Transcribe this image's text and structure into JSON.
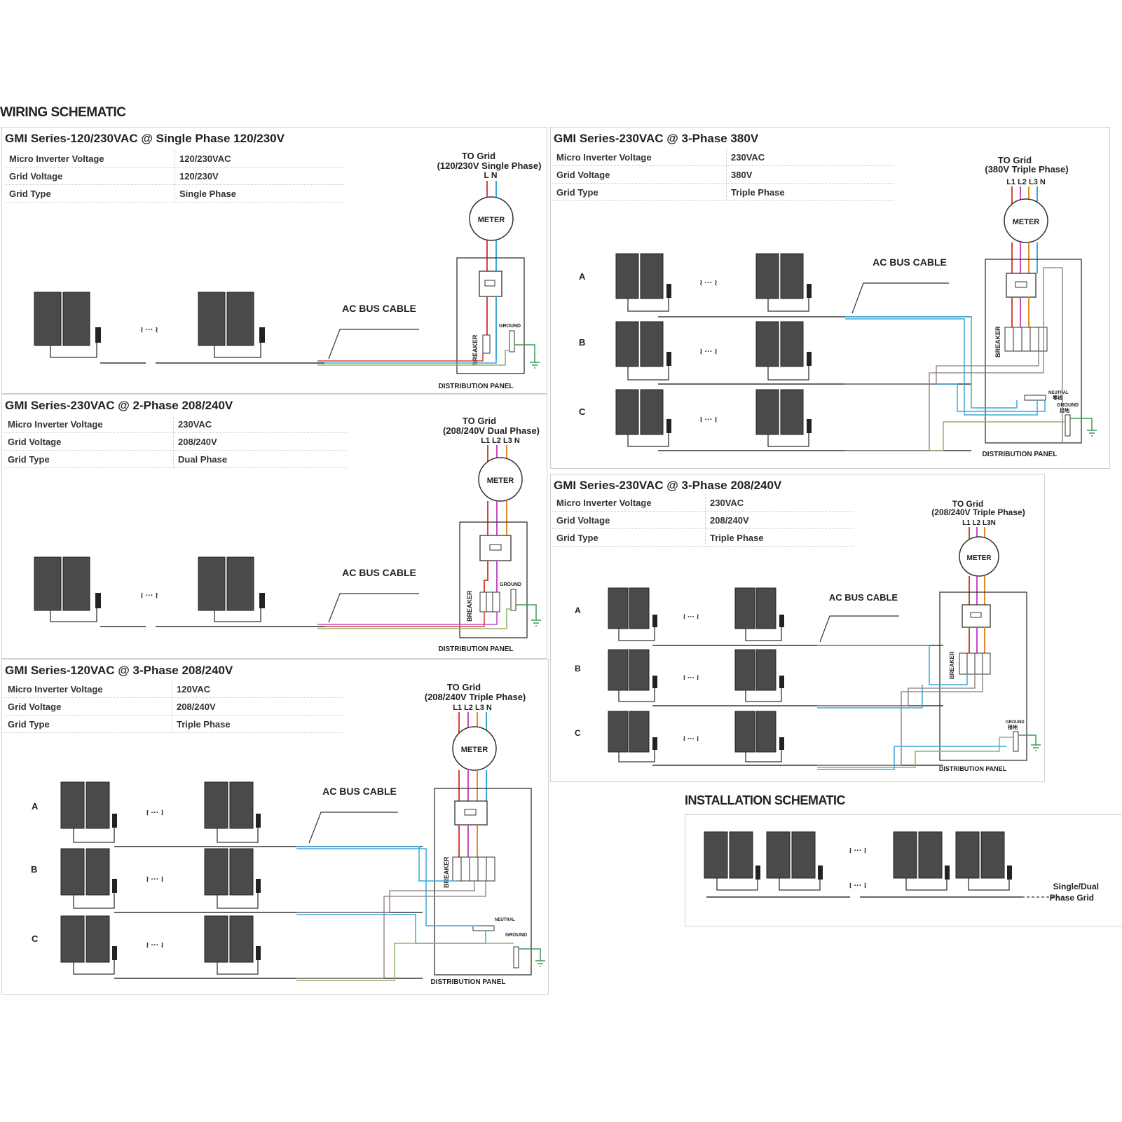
{
  "page_title": "WIRING SCHEMATIC",
  "install_title": "INSTALLATION SCHEMATIC",
  "common": {
    "meter": "METER",
    "breaker": "BREAKER",
    "ground": "GROUND",
    "neutral": "NEUTRAL",
    "ac_bus": "AC BUS CABLE",
    "panel": "DISTRIBUTION PANEL",
    "ellipsis": "≀ ··· ≀",
    "row_a": "A",
    "row_b": "B",
    "row_c": "C"
  },
  "spec_labels": {
    "micro": "Micro Inverter Voltage",
    "grid_voltage": "Grid  Voltage",
    "grid_type": "Grid Type"
  },
  "diagrams": {
    "d1": {
      "title": "GMI Series-120/230VAC @ Single Phase 120/230V",
      "micro_value": "120/230VAC",
      "grid_voltage_value": "120/230V",
      "grid_type_value": "Single Phase",
      "to_grid": "TO Grid",
      "grid_desc": "(120/230V Single Phase)",
      "lines": "L  N"
    },
    "d2": {
      "title": "GMI Series-230VAC @ 2-Phase 208/240V",
      "micro_value": "230VAC",
      "grid_voltage_value": "208/240V",
      "grid_type_value": "Dual Phase",
      "to_grid": "TO Grid",
      "grid_desc": "(208/240V Dual Phase)",
      "lines": "L1 L2 L3 N"
    },
    "d3": {
      "title": "GMI Series-120VAC @ 3-Phase 208/240V",
      "micro_value": "120VAC",
      "grid_voltage_value": "208/240V",
      "grid_type_value": "Triple Phase",
      "to_grid": "TO Grid",
      "grid_desc": "(208/240V Triple Phase)",
      "lines": "L1 L2 L3 N"
    },
    "d4": {
      "title": "GMI Series-230VAC @ 3-Phase 380V",
      "micro_value": "230VAC",
      "grid_voltage_value": "380V",
      "grid_type_value": "Triple Phase",
      "to_grid": "TO Grid",
      "grid_desc": "(380V Triple Phase)",
      "lines": "L1 L2 L3 N",
      "neutral_cn": "零线",
      "ground_cn": "接地"
    },
    "d5": {
      "title": "GMI Series-230VAC @ 3-Phase 208/240V",
      "micro_value": "230VAC",
      "grid_voltage_value": "208/240V",
      "grid_type_value": "Triple Phase",
      "to_grid": "TO Grid",
      "grid_desc": "(208/240V Triple Phase)",
      "lines": "L1 L2 L3N",
      "ground_cn": "接地"
    }
  },
  "install": {
    "grid_label_1": "Single/Dual",
    "grid_label_2": "Phase Grid"
  },
  "colors": {
    "wire_red": "#d9443a",
    "wire_magenta": "#c64bc4",
    "wire_orange": "#e08a2c",
    "wire_blue": "#3aa9d8",
    "wire_green": "#8fb36a",
    "wire_gray": "#8a7a7a",
    "ground_green": "#3f9a5a"
  }
}
